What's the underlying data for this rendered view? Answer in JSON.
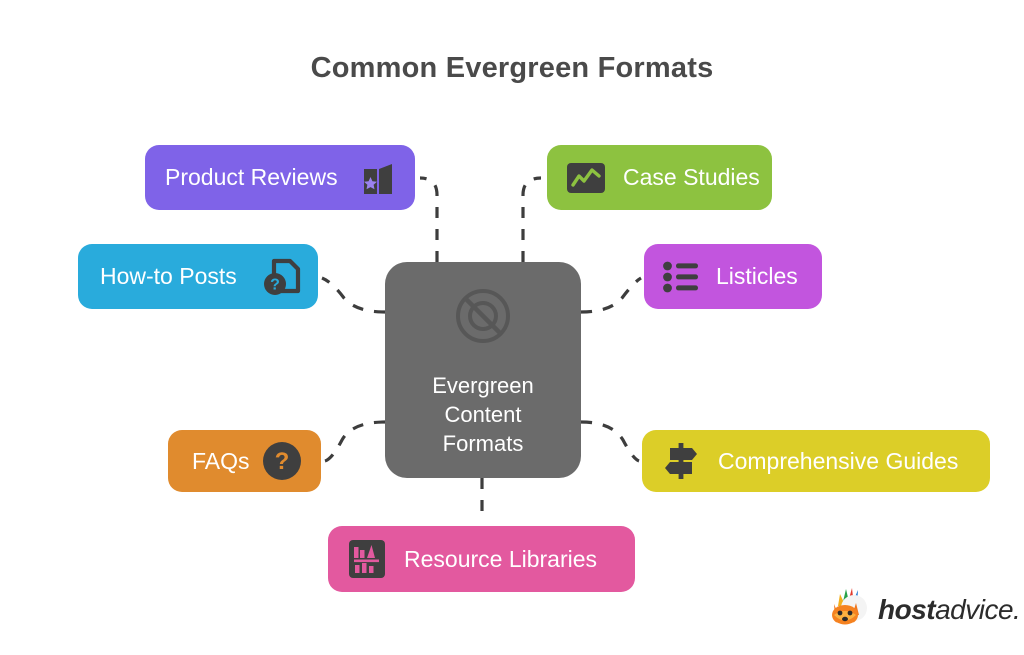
{
  "page": {
    "title": "Common Evergreen Formats",
    "background": "#ffffff",
    "title_color": "#4a4a4a"
  },
  "hub": {
    "name": "evergreen-content-formats-hub",
    "line1": "Evergreen",
    "line2": "Content",
    "line3": "Formats",
    "color": "#6b6b6b",
    "icon": "no-timer-icon"
  },
  "nodes": [
    {
      "id": "product-reviews",
      "label": "Product Reviews",
      "color": "#7f63e8",
      "icon": "review-book-star-icon",
      "icon_side": "right",
      "position": "top-left"
    },
    {
      "id": "how-to-posts",
      "label": "How-to Posts",
      "color": "#29abdc",
      "icon": "document-question-icon",
      "icon_side": "right",
      "position": "left-upper"
    },
    {
      "id": "faqs",
      "label": "FAQs",
      "color": "#e08b2e",
      "icon": "question-circle-icon",
      "icon_side": "right",
      "position": "left-lower"
    },
    {
      "id": "resource-libraries",
      "label": "Resource Libraries",
      "color": "#e3599f",
      "icon": "bookshelf-icon",
      "icon_side": "left",
      "position": "bottom"
    },
    {
      "id": "case-studies",
      "label": "Case Studies",
      "color": "#8dc240",
      "icon": "line-chart-icon",
      "icon_side": "left",
      "position": "top-right"
    },
    {
      "id": "listicles",
      "label": "Listicles",
      "color": "#c255de",
      "icon": "bulleted-list-icon",
      "icon_side": "left",
      "position": "right-upper"
    },
    {
      "id": "comprehensive-guides",
      "label": "Comprehensive Guides",
      "color": "#dcce28",
      "icon": "signpost-icon",
      "icon_side": "left",
      "position": "right-lower"
    }
  ],
  "connectors": {
    "style": "dashed",
    "color": "#3d3d3d"
  },
  "logo": {
    "name": "hostadvice-logo",
    "text_bold": "host",
    "text_light": "advice.",
    "mascot": "fox-mascot-icon"
  },
  "chart_data": {
    "type": "diagram",
    "title": "Common Evergreen Formats",
    "center": "Evergreen Content Formats",
    "categories": [
      "Product Reviews",
      "How-to Posts",
      "FAQs",
      "Resource Libraries",
      "Case Studies",
      "Listicles",
      "Comprehensive Guides"
    ]
  }
}
